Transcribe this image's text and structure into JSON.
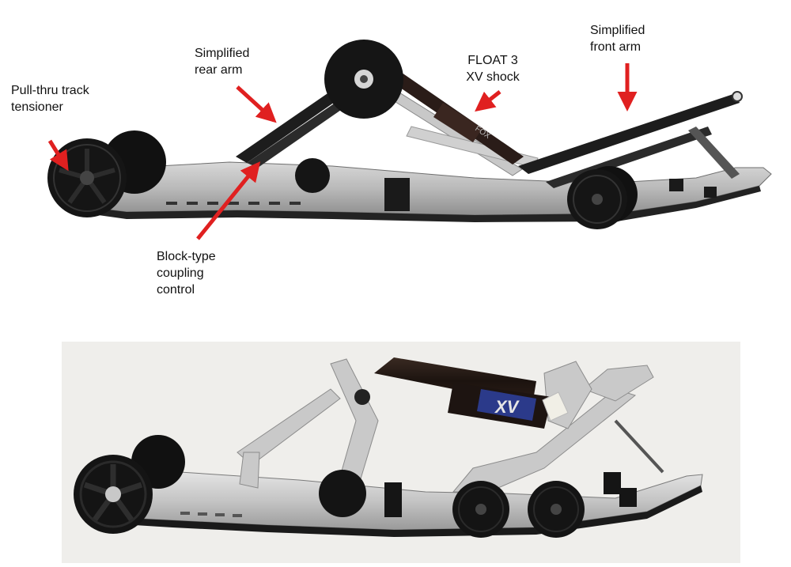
{
  "top_figure": {
    "callouts": {
      "tensioner": "Pull-thru track\ntensioner",
      "rear_arm": "Simplified\nrear arm",
      "shock": "FLOAT 3\nXV shock",
      "front_arm": "Simplified\nfront arm",
      "coupling": "Block-type\ncoupling\ncontrol"
    },
    "shock_brand": "FOX",
    "arrow_color": "#e02020"
  },
  "bottom_figure": {
    "shock_brand": "XV"
  }
}
